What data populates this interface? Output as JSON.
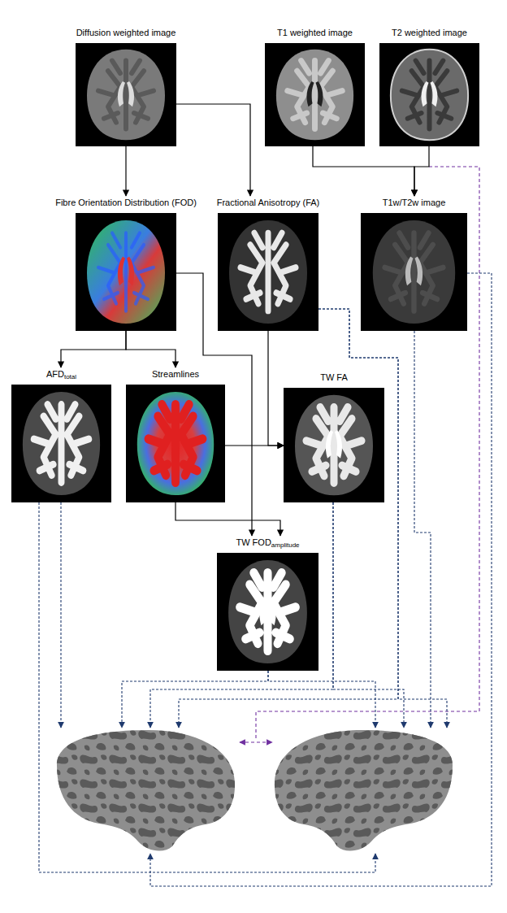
{
  "diagram": {
    "nodes": [
      {
        "text": [
          "Diffusion weighted image"
        ]
      },
      {
        "text": [
          "T1 weighted image"
        ]
      },
      {
        "text": [
          "T2 weighted image"
        ]
      },
      {
        "text": [
          "Fibre Orientation Distribution (FOD)"
        ]
      },
      {
        "text": [
          "Fractional Anisotropy (FA)"
        ]
      },
      {
        "text": [
          "T1w/T2w image"
        ]
      },
      {
        "text": [
          "AFD",
          "total"
        ]
      },
      {
        "text": [
          "Streamlines"
        ]
      },
      {
        "text": [
          "TW FA"
        ]
      },
      {
        "text": [
          "TW FOD",
          "amplitude"
        ]
      },
      {
        "text": []
      },
      {
        "text": []
      }
    ],
    "edges": [
      {
        "from": 0,
        "to": 3,
        "arrow": "to"
      },
      {
        "from": 0,
        "to": 4,
        "arrow": "to"
      },
      {
        "from": 1,
        "to": 5,
        "arrow": "to"
      },
      {
        "from": 2,
        "to": 5,
        "arrow": "to"
      },
      {
        "from": 3,
        "to": 6,
        "arrow": "to"
      },
      {
        "from": 3,
        "to": 7,
        "arrow": "to"
      },
      {
        "from": 3,
        "to": 9,
        "arrow": "to"
      },
      {
        "from": 7,
        "to": 9,
        "arrow": "to"
      },
      {
        "from": 4,
        "to": 8,
        "arrow": "to"
      },
      {
        "from": 7,
        "to": 8,
        "arrow": "to"
      },
      {
        "from": 6,
        "to": 10,
        "arrow": "to"
      },
      {
        "from": 6,
        "to": 11,
        "arrow": "to"
      },
      {
        "from": 4,
        "to": 10,
        "arrow": "to"
      },
      {
        "from": 4,
        "to": 11,
        "arrow": "to"
      },
      {
        "from": 5,
        "to": 10,
        "arrow": "to"
      },
      {
        "from": 5,
        "to": 11,
        "arrow": "to"
      },
      {
        "from": 8,
        "to": 10,
        "arrow": "to"
      },
      {
        "from": 8,
        "to": 11,
        "arrow": "to"
      },
      {
        "from": 9,
        "to": 10,
        "arrow": "to"
      },
      {
        "from": 9,
        "to": 11,
        "arrow": "to"
      },
      {
        "from": 10,
        "to": 11,
        "arrow": "both"
      }
    ]
  }
}
